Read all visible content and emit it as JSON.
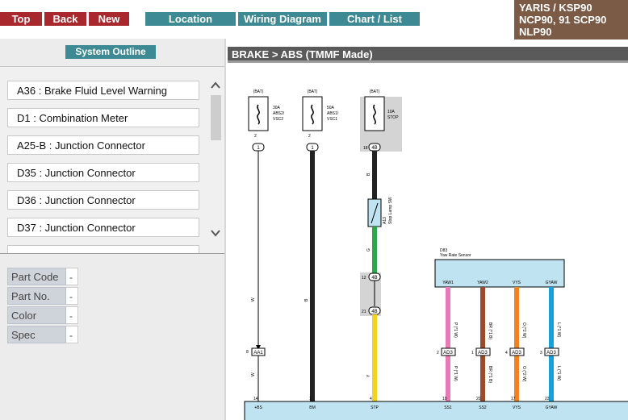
{
  "nav": {
    "top": "Top",
    "back": "Back",
    "new": "New",
    "location": "Location",
    "wiring": "Wiring Diagram",
    "chart": "Chart / List"
  },
  "model": {
    "line1": "YARIS / KSP90",
    "line2": "NCP90, 91 SCP90",
    "line3": "NLP90"
  },
  "outline": {
    "label": "System Outline"
  },
  "list": {
    "items": [
      "A36 : Brake Fluid Level Warning",
      "D1 : Combination Meter",
      "A25-B : Junction Connector",
      "D35 : Junction Connector",
      "D36 : Junction Connector",
      "D37 : Junction Connector"
    ]
  },
  "props": [
    {
      "label": "Part Code",
      "value": "-"
    },
    {
      "label": "Part No.",
      "value": "-"
    },
    {
      "label": "Color",
      "value": "-"
    },
    {
      "label": "Spec",
      "value": "-"
    }
  ],
  "title": "BRAKE > ABS (TMMF Made)",
  "diagram": {
    "bat": "(BAT)",
    "fuse1": [
      "30A",
      "ABS2/",
      "VSC2"
    ],
    "fuse2": [
      "50A",
      "ABS1/",
      "VSC1"
    ],
    "fuse3": [
      "10A",
      "STOP"
    ],
    "pin1": "2",
    "pin2": "2",
    "pin3": "18",
    "conn1": "1",
    "conn2": "1",
    "conn3": "4B",
    "wire_w": "W",
    "wire_b": "B",
    "wire_y": "Y",
    "wire_g": "G",
    "switch_label": [
      "A13",
      "Stop Lamp SW"
    ],
    "c12": "12",
    "c12c": "4B",
    "c21": "21",
    "c21c": "4B",
    "sensor_id": "D83",
    "sensor_name": "Yaw Rate Sensor",
    "sensor_pins": [
      "YAW1",
      "YAW2",
      "VYS",
      "GYAW"
    ],
    "aa1_pin": "8",
    "aa1": "AA1",
    "ad3_pins": [
      "2",
      "1",
      "4",
      "3"
    ],
    "ad3": "AD3",
    "sensor_wire_labels": [
      "P (*1 W)",
      "BR (*1 B)",
      "O (*2 W)",
      "L (*1 W)"
    ],
    "bottom_pins": [
      "14",
      "1",
      "4",
      "19",
      "20",
      "17",
      "23"
    ],
    "bottom_labels": [
      "+BS",
      "BM",
      "STP",
      "SS1",
      "SS2",
      "VYS",
      "GYAW"
    ]
  }
}
